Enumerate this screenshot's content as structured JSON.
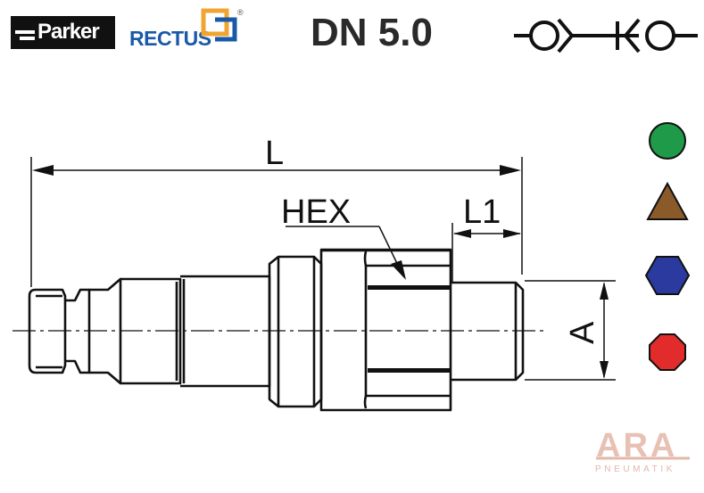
{
  "brand": {
    "parker": "Parker",
    "rectus": "RECTUS",
    "registered": "®"
  },
  "title": "DN 5.0",
  "dimensions": {
    "length": "L",
    "hex": "HEX",
    "length1": "L1",
    "thread": "A"
  },
  "markers": [
    {
      "shape": "circle",
      "color": "#1f9a48"
    },
    {
      "shape": "triangle",
      "color": "#8a5a2b"
    },
    {
      "shape": "hexagon",
      "color": "#2b3a9e"
    },
    {
      "shape": "octagon",
      "color": "#e22b2b"
    }
  ],
  "watermark": {
    "name": "ARA",
    "sub": "PNEUMATIK"
  },
  "colors": {
    "line": "#111111",
    "rectus_blue": "#1a58a8",
    "rectus_gold": "#f0a531"
  }
}
